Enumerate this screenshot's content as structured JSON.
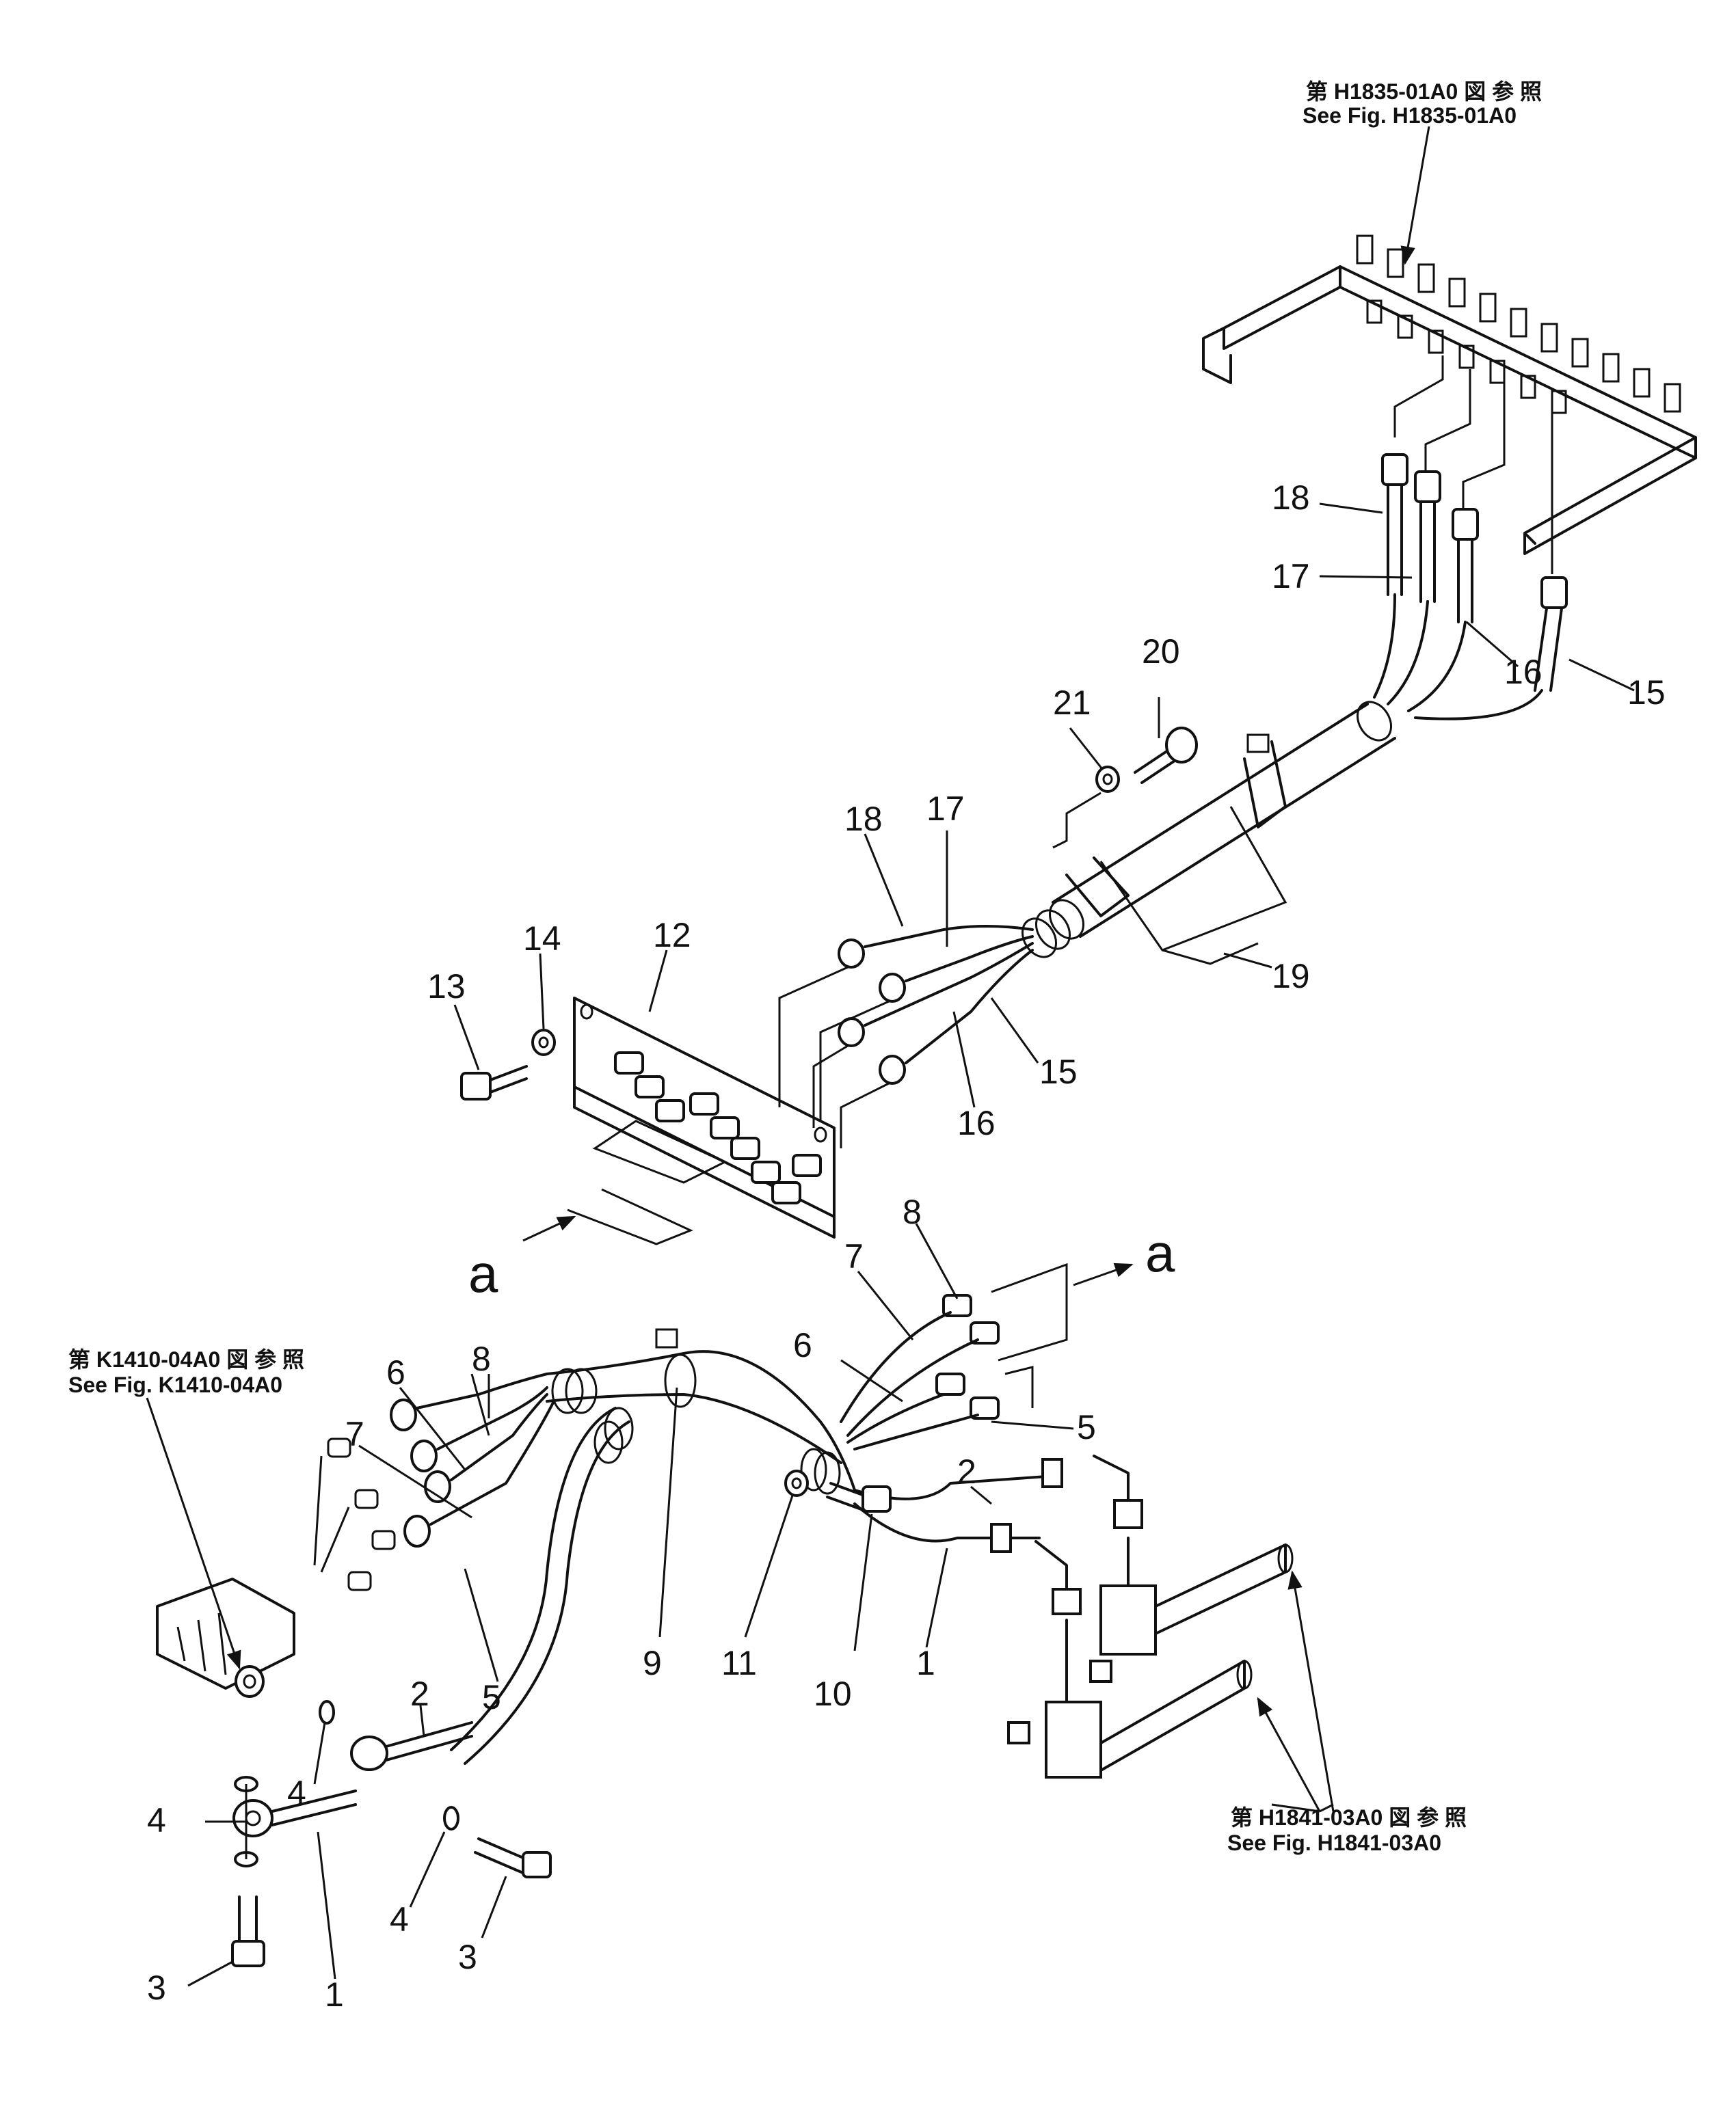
{
  "references": {
    "top": {
      "line1": "第 H1835-01A0 図 参 照",
      "line2": "See Fig. H1835-01A0"
    },
    "left": {
      "line1": "第 K1410-04A0 図 参 照",
      "line2": "See Fig. K1410-04A0"
    },
    "bottom": {
      "line1": "第 H1841-03A0 図 参 照",
      "line2": "See Fig. H1841-03A0"
    }
  },
  "view_markers": {
    "a": "a"
  },
  "callouts": {
    "p1": "1",
    "p2": "2",
    "p3": "3",
    "p4": "4",
    "p5": "5",
    "p6": "6",
    "p7": "7",
    "p8": "8",
    "p9": "9",
    "p10": "10",
    "p11": "11",
    "p12": "12",
    "p13": "13",
    "p14": "14",
    "p15": "15",
    "p16": "16",
    "p17": "17",
    "p18": "18",
    "p19": "19",
    "p20": "20",
    "p21": "21"
  }
}
